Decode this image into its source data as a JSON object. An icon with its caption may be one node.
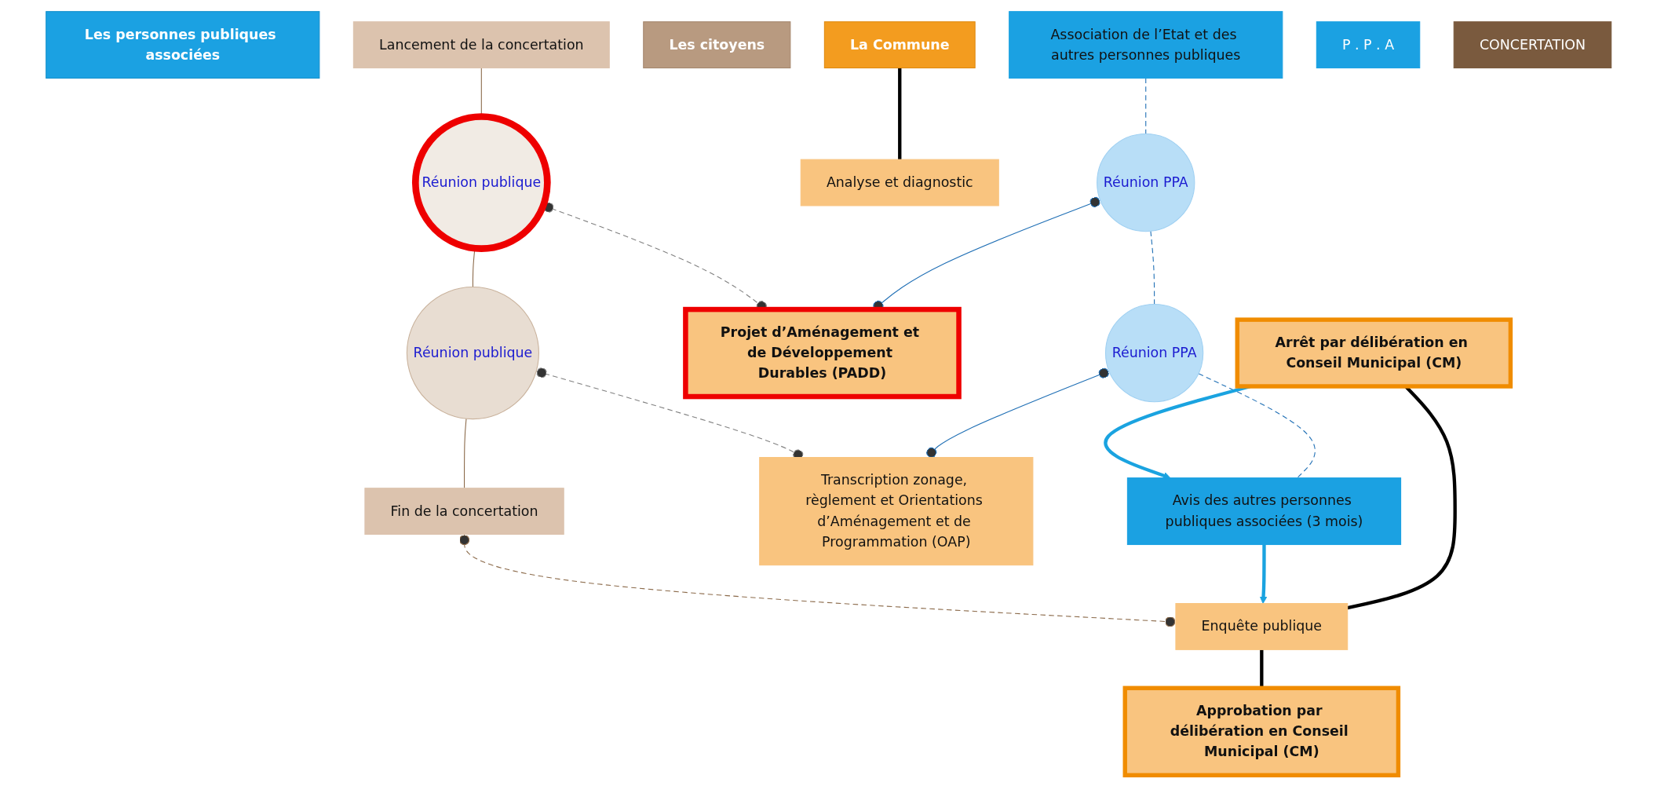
{
  "diagram": {
    "nodes": [
      {
        "text": [
          "Les personnes publiques associées"
        ]
      },
      {
        "text": [
          "La Commune"
        ]
      },
      {
        "text": [
          "Les citoyens"
        ]
      },
      {
        "text": [
          "Association de l’Etat et des autres personnes publiques"
        ]
      },
      {
        "text": [
          "Réunion PPA"
        ]
      },
      {
        "text": [
          "Réunion PPA"
        ]
      },
      {
        "text": [
          "Avis des autres personnes publiques associées (3 mois)"
        ]
      },
      {
        "text": [
          "Analyse et diagnostic"
        ]
      },
      {
        "text": [
          "Projet d’Aménagement et de Développement Durables (PADD)"
        ]
      },
      {
        "text": [
          "Transcription zonage, règlement et Orientations d’Aménagement et de Programmation (OAP)"
        ]
      },
      {
        "text": [
          "Arrêt par délibération en Conseil Municipal (CM)"
        ]
      },
      {
        "text": [
          "Enquête publique"
        ]
      },
      {
        "text": [
          "Approbation par délibération en Conseil Municipal (CM)"
        ]
      },
      {
        "text": [
          "Lancement de la concertation"
        ]
      },
      {
        "text": [
          "Réunion publique"
        ]
      },
      {
        "text": [
          "Réunion publique"
        ]
      },
      {
        "text": [
          "Fin de la concertation"
        ]
      },
      {
        "text": [
          "P . P . A"
        ]
      },
      {
        "text": [
          "CONCERTATION"
        ]
      }
    ],
    "edges": [
      {
        "from": 1,
        "to": 7,
        "arrow": "none",
        "style": "thick",
        "color": "#000000"
      },
      {
        "from": 10,
        "to": 11,
        "arrow": "none",
        "style": "thick",
        "color": "#000000"
      },
      {
        "from": 11,
        "to": 12,
        "arrow": "none",
        "style": "thick",
        "color": "#000000"
      },
      {
        "from": 3,
        "to": 4,
        "arrow": "none",
        "style": "dashed",
        "color": "#1f6fb5"
      },
      {
        "from": 4,
        "to": 5,
        "arrow": "none",
        "style": "dashed",
        "color": "#1f6fb5"
      },
      {
        "from": 5,
        "to": 6,
        "arrow": "none",
        "style": "dashed",
        "color": "#1f6fb5"
      },
      {
        "from": 4,
        "to": 8,
        "arrow": "other",
        "color": "#1f6fb5"
      },
      {
        "from": 5,
        "to": 9,
        "arrow": "other",
        "color": "#1f6fb5"
      },
      {
        "from": 10,
        "to": 6,
        "arrow": "to",
        "style": "thick",
        "color": "#1aa3e0"
      },
      {
        "from": 6,
        "to": 11,
        "arrow": "to",
        "style": "thick",
        "color": "#1aa3e0"
      },
      {
        "from": 14,
        "to": 8,
        "arrow": "other",
        "style": "dashed",
        "color": "#808080"
      },
      {
        "from": 15,
        "to": 9,
        "arrow": "other",
        "style": "dashed",
        "color": "#808080"
      },
      {
        "from": 13,
        "to": 14,
        "arrow": "none",
        "color": "#8b6a4a"
      },
      {
        "from": 14,
        "to": 15,
        "arrow": "none",
        "color": "#8b6a4a"
      },
      {
        "from": 15,
        "to": 16,
        "arrow": "none",
        "color": "#8b6a4a"
      },
      {
        "from": 16,
        "to": 11,
        "arrow": "other",
        "style": "dashed",
        "color": "#8b6a4a"
      }
    ]
  }
}
